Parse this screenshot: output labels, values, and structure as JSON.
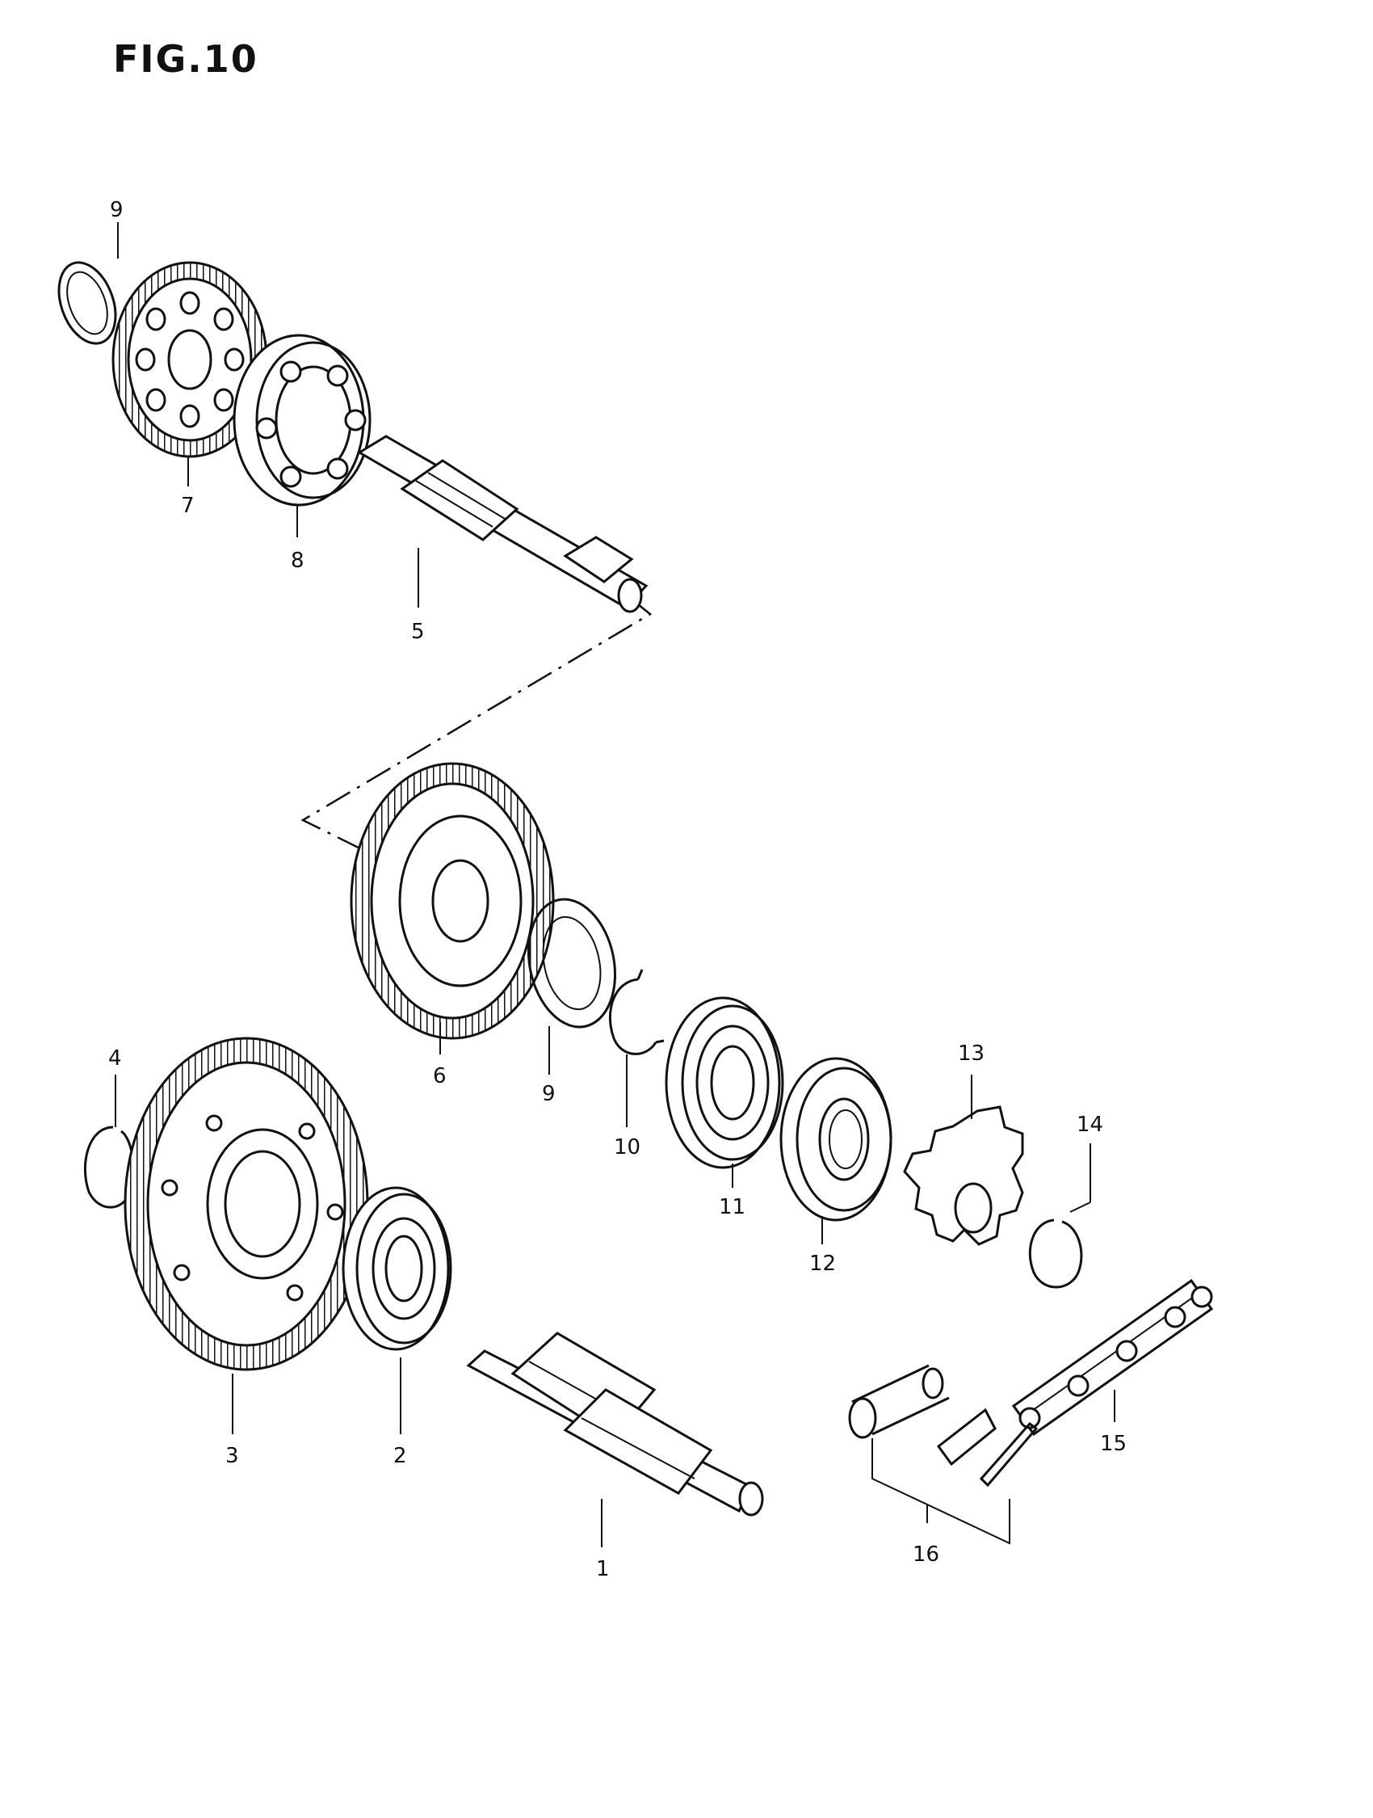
{
  "figure": {
    "title": "FIG.10"
  },
  "parts": [
    {
      "id": "p1",
      "label": "1",
      "icon": "countershaft-icon"
    },
    {
      "id": "p2",
      "label": "2",
      "icon": "bearing-icon"
    },
    {
      "id": "p3",
      "label": "3",
      "icon": "primary-driven-gear-icon"
    },
    {
      "id": "p4",
      "label": "4",
      "icon": "circlip-icon"
    },
    {
      "id": "p5",
      "label": "5",
      "icon": "shaft-icon"
    },
    {
      "id": "p6",
      "label": "6",
      "icon": "gear-icon"
    },
    {
      "id": "p7",
      "label": "7",
      "icon": "gear-icon"
    },
    {
      "id": "p8",
      "label": "8",
      "icon": "hub-icon"
    },
    {
      "id": "p9a",
      "label": "9",
      "icon": "washer-icon"
    },
    {
      "id": "p9b",
      "label": "9",
      "icon": "washer-icon"
    },
    {
      "id": "p10",
      "label": "10",
      "icon": "circlip-icon"
    },
    {
      "id": "p11",
      "label": "11",
      "icon": "bearing-icon"
    },
    {
      "id": "p12",
      "label": "12",
      "icon": "oil-seal-icon"
    },
    {
      "id": "p13",
      "label": "13",
      "icon": "sprocket-icon"
    },
    {
      "id": "p14",
      "label": "14",
      "icon": "circlip-icon"
    },
    {
      "id": "p15",
      "label": "15",
      "icon": "drive-chain-icon"
    },
    {
      "id": "p16",
      "label": "16",
      "icon": "chain-joint-icon"
    }
  ]
}
